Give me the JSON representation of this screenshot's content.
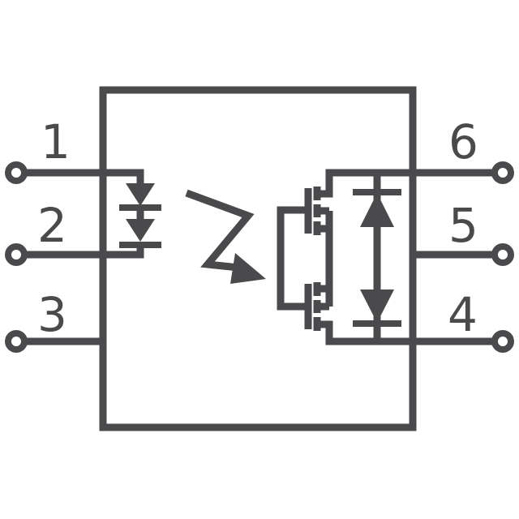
{
  "diagram": {
    "stroke_color": "#4a4a4c",
    "background_color": "#ffffff",
    "pins": {
      "p1": "1",
      "p2": "2",
      "p3": "3",
      "p4": "4",
      "p5": "5",
      "p6": "6"
    }
  }
}
